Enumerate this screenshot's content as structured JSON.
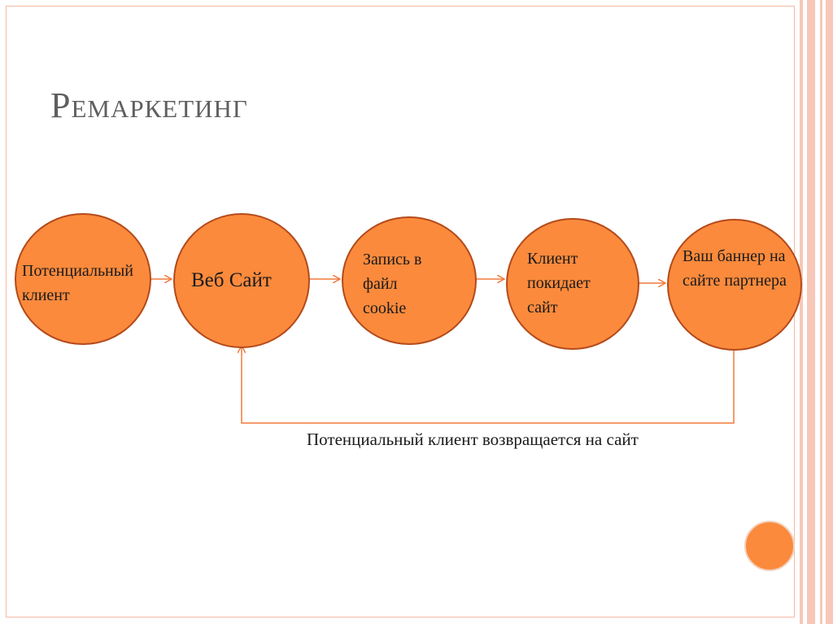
{
  "slide": {
    "title": "Ремаркетинг"
  },
  "diagram": {
    "nodes": [
      {
        "label": "Потенциальный клиент"
      },
      {
        "label": "Веб Сайт"
      },
      {
        "label": "Запись в файл cookie"
      },
      {
        "label": "Клиент покидает сайт"
      },
      {
        "label": "Ваш баннер на сайте партнера"
      }
    ],
    "return_caption": "Потенциальный клиент возвращается на сайт"
  },
  "colors": {
    "node_fill": "#fb8a3c",
    "node_border": "#b44a1a",
    "arrow": "#f07a3a",
    "title": "#5f5f5f",
    "accent_stripes": "#f7c8b8"
  }
}
